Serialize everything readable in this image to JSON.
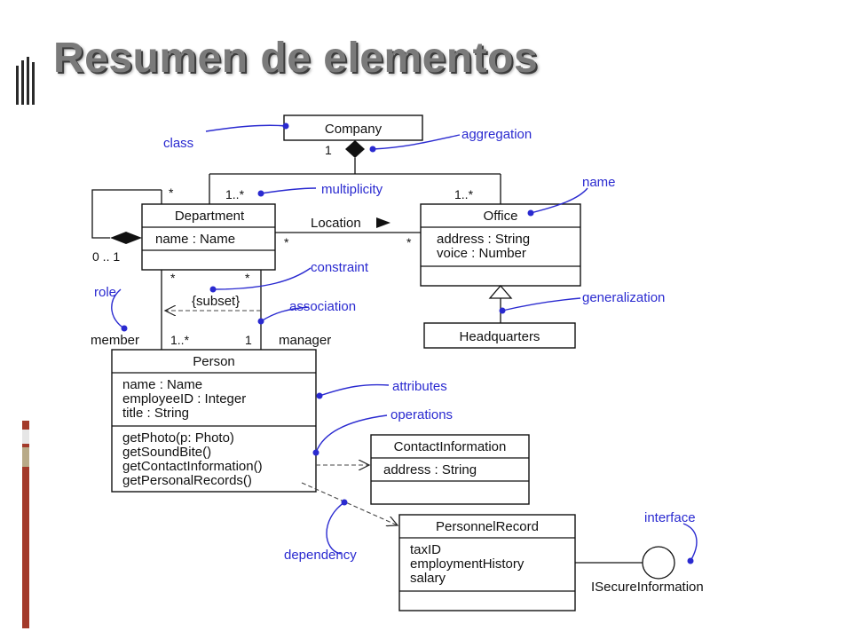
{
  "slide": {
    "title": "Resumen de elementos"
  },
  "colors": {
    "annotation": "#2a2ad0",
    "title": "#7a7a7a",
    "accent_bar": "#a33a2a",
    "accent_bar_light": "#b8aa88"
  },
  "classes": {
    "company": {
      "name": "Company"
    },
    "department": {
      "name": "Department",
      "attributes": [
        "name : Name"
      ]
    },
    "office": {
      "name": "Office",
      "attributes": [
        "address : String",
        "voice : Number"
      ]
    },
    "headquarters": {
      "name": "Headquarters"
    },
    "person": {
      "name": "Person",
      "attributes": [
        "name : Name",
        "employeeID : Integer",
        "title : String"
      ],
      "operations": [
        "getPhoto(p: Photo)",
        "getSoundBite()",
        "getContactInformation()",
        "getPersonalRecords()"
      ]
    },
    "contact": {
      "name": "ContactInformation",
      "attributes": [
        "address : String"
      ]
    },
    "personnel": {
      "name": "PersonnelRecord",
      "attributes": [
        "taxID",
        "employmentHistory",
        "salary"
      ]
    }
  },
  "interface": {
    "name": "ISecureInformation"
  },
  "labels": {
    "company_mult": "1",
    "dept_mult": "1..*",
    "office_mult": "1..*",
    "self_star": "*",
    "self_range": "0 .. 1",
    "location": "Location",
    "location_star_left": "*",
    "location_star_right": "*",
    "dept_star_left": "*",
    "dept_star_right": "*",
    "subset": "{subset}",
    "member": "member",
    "member_mult": "1..*",
    "manager_mult": "1",
    "manager": "manager"
  },
  "annotations": {
    "class": "class",
    "aggregation": "aggregation",
    "multiplicity": "multiplicity",
    "name": "name",
    "constraint": "constraint",
    "role": "role",
    "association": "association",
    "generalization": "generalization",
    "attributes": "attributes",
    "operations": "operations",
    "dependency": "dependency",
    "interface": "interface"
  }
}
